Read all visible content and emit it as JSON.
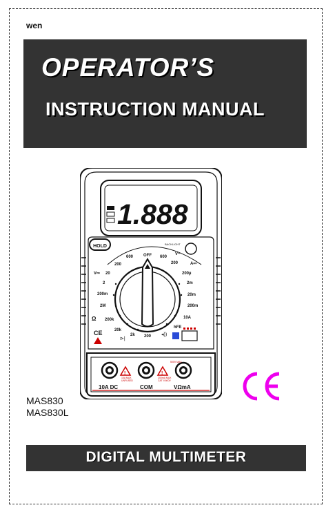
{
  "header": {
    "brand": "wen"
  },
  "title_box": {
    "line1": "OPERATOR’S",
    "line2": "INSTRUCTION MANUAL"
  },
  "meter": {
    "display": "1.888",
    "hold_label": "HOLD",
    "backlight_label": "BACKLIGHT",
    "off_label": "OFF",
    "dcv_label": "V⎓",
    "acv_label": "V~",
    "dca_label": "A⎓",
    "range_labels_left": [
      "600",
      "200",
      "20",
      "2",
      "200m",
      "2M",
      "200k",
      "20k",
      "2k",
      "200"
    ],
    "range_labels_right": [
      "600",
      "200",
      "200µ",
      "2m",
      "20m",
      "200m",
      "10A",
      "hFE"
    ],
    "terminal_labels": [
      "10A DC",
      "COM",
      "VΩmA"
    ],
    "warning_small": [
      "10A MAX",
      "UNFUSED",
      "500V MAX",
      "200mA MAX",
      "CAT II 600V"
    ]
  },
  "models": [
    "MAS830",
    "MAS830L"
  ],
  "colors": {
    "ce_mark": "#ee00ee",
    "box_bg": "#333333",
    "terminal_red": "#cc0000"
  },
  "footer": {
    "title": "DIGITAL MULTIMETER"
  }
}
